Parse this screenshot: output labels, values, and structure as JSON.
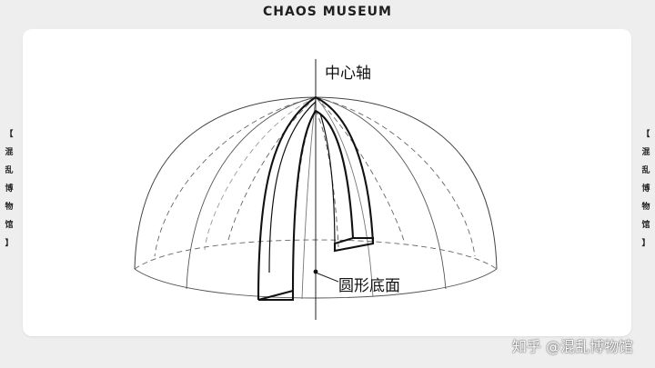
{
  "header": {
    "title": "CHAOS MUSEUM"
  },
  "side_label": {
    "chars": [
      "【",
      "混",
      "乱",
      "博",
      "物",
      "馆",
      "】"
    ]
  },
  "diagram": {
    "axis_label": "中心轴",
    "base_label": "圆形底面"
  },
  "watermark": "知乎 @混乱博物馆"
}
